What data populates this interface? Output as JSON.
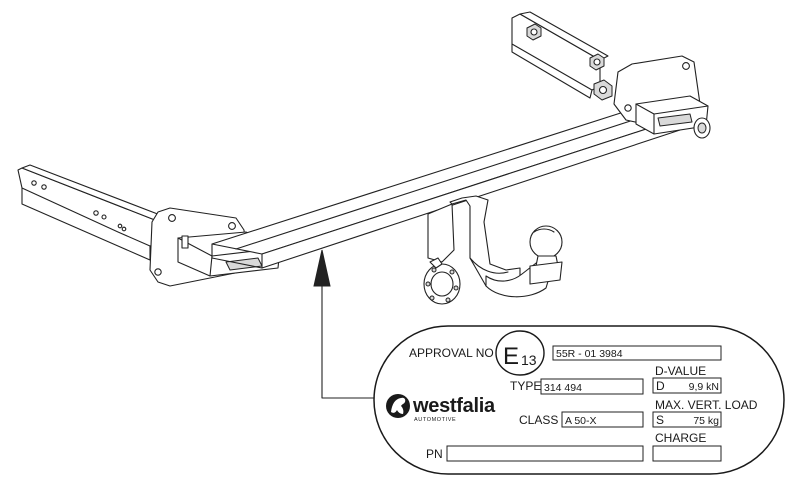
{
  "plate": {
    "approval_label": "APPROVAL NO",
    "e_mark": "E",
    "e_mark_number": "13",
    "approval_number": "55R - 01 3984",
    "type_label": "TYPE",
    "type_value": "314 494",
    "class_label": "CLASS",
    "class_value": "A 50-X",
    "pn_label": "PN",
    "pn_value": "",
    "d_value_label": "D-VALUE",
    "d_value_prefix": "D",
    "d_value": "9,9 kN",
    "max_vert_load_label": "MAX. VERT. LOAD",
    "max_vert_load_prefix": "S",
    "max_vert_load_value": "75 kg",
    "charge_label": "CHARGE",
    "charge_value": ""
  },
  "brand": {
    "name": "westfalia",
    "tagline": "AUTOMOTIVE"
  }
}
